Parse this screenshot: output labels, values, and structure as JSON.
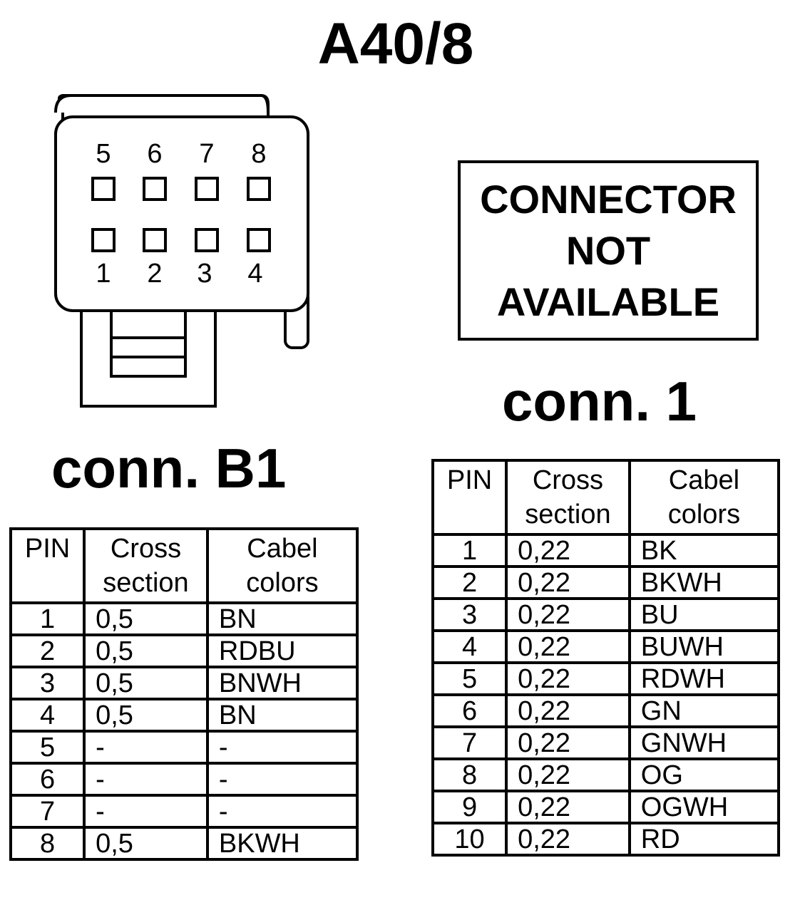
{
  "title": "A40/8",
  "connector_diagram": {
    "top_row_pins": [
      "5",
      "6",
      "7",
      "8"
    ],
    "bottom_row_pins": [
      "1",
      "2",
      "3",
      "4"
    ]
  },
  "not_available_notice": [
    "CONNECTOR",
    "NOT",
    "AVAILABLE"
  ],
  "conn_b1": {
    "title": "conn. B1",
    "headers": {
      "pin": "PIN",
      "cross": [
        "Cross",
        "section"
      ],
      "colors": [
        "Cabel",
        "colors"
      ]
    },
    "rows": [
      {
        "pin": "1",
        "cross": "0,5",
        "color": "BN"
      },
      {
        "pin": "2",
        "cross": "0,5",
        "color": "RDBU"
      },
      {
        "pin": "3",
        "cross": "0,5",
        "color": "BNWH"
      },
      {
        "pin": "4",
        "cross": "0,5",
        "color": "BN"
      },
      {
        "pin": "5",
        "cross": "-",
        "color": "-"
      },
      {
        "pin": "6",
        "cross": "-",
        "color": "-"
      },
      {
        "pin": "7",
        "cross": "-",
        "color": "-"
      },
      {
        "pin": "8",
        "cross": "0,5",
        "color": "BKWH"
      }
    ]
  },
  "conn_1": {
    "title": "conn. 1",
    "headers": {
      "pin": "PIN",
      "cross": [
        "Cross",
        "section"
      ],
      "colors": [
        "Cabel",
        "colors"
      ]
    },
    "rows": [
      {
        "pin": "1",
        "cross": "0,22",
        "color": "BK"
      },
      {
        "pin": "2",
        "cross": "0,22",
        "color": "BKWH"
      },
      {
        "pin": "3",
        "cross": "0,22",
        "color": "BU"
      },
      {
        "pin": "4",
        "cross": "0,22",
        "color": "BUWH"
      },
      {
        "pin": "5",
        "cross": "0,22",
        "color": "RDWH"
      },
      {
        "pin": "6",
        "cross": "0,22",
        "color": "GN"
      },
      {
        "pin": "7",
        "cross": "0,22",
        "color": "GNWH"
      },
      {
        "pin": "8",
        "cross": "0,22",
        "color": "OG"
      },
      {
        "pin": "9",
        "cross": "0,22",
        "color": "OGWH"
      },
      {
        "pin": "10",
        "cross": "0,22",
        "color": "RD"
      }
    ]
  }
}
